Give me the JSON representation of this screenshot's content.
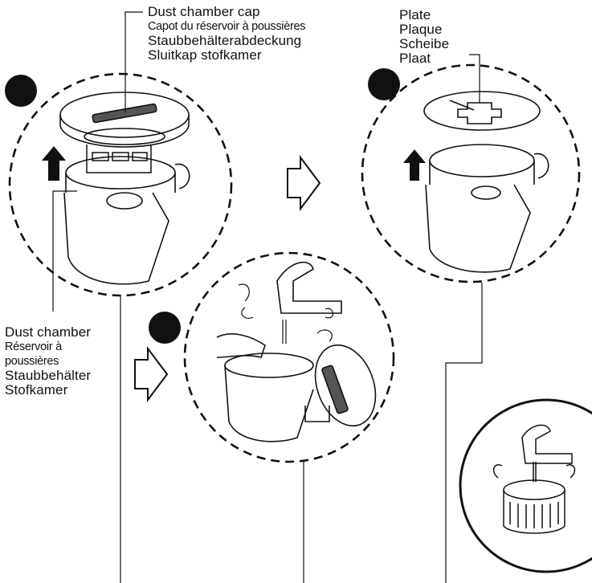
{
  "labels": {
    "cap": {
      "en": "Dust chamber cap",
      "fr": "Capot du réservoir à poussières",
      "de": "Staubbehälterabdeckung",
      "nl": "Sluitkap stofkamer"
    },
    "plate": {
      "en": "Plate",
      "fr": "Plaque",
      "de": "Scheibe",
      "nl": "Plaat"
    },
    "chamber": {
      "en": "Dust chamber",
      "fr1": "Réservoir à",
      "fr2": "poussières",
      "de": "Staubbehälter",
      "nl": "Stofkamer"
    }
  },
  "colors": {
    "line": "#111111",
    "marker": "#111111",
    "background": "#ffffff"
  }
}
